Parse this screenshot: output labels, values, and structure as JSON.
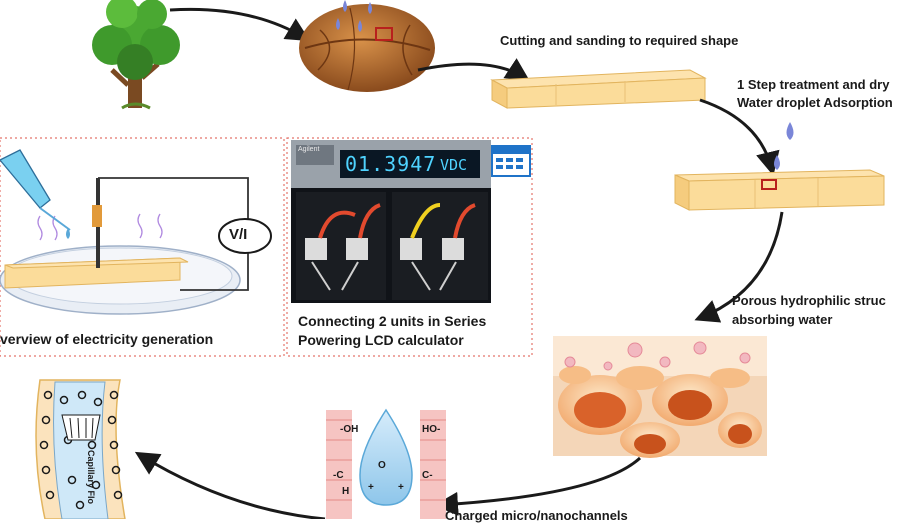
{
  "labels": {
    "step_cut": "Cutting and sanding to required shape",
    "step_treat_1": "1 Step treatment and dry",
    "step_treat_2": "Water droplet Adsorption",
    "porous_1": "Porous hydrophilic struc",
    "porous_2": "absorbing water",
    "charged": "Charged micro/nanochannels",
    "overview": "verview of electricity generation",
    "series_1": "Connecting 2 units in Series",
    "series_2": "Powering LCD calculator"
  },
  "multimeter": {
    "brand": "Agilent",
    "reading": "01.3947",
    "unit": "VDC"
  },
  "meter_symbol": "V/I",
  "channel": {
    "left_group": "-OH",
    "right_group": "HO-",
    "cap_label": "Capillary Flo"
  },
  "colors": {
    "wood": "#fbdc9a",
    "wood_edge": "#e2b45e",
    "water": "#8ec6ea",
    "droplet": "#7a86d8",
    "highlight_box": "#b8201d",
    "tree_green": "#3f9a2c",
    "lcd": "#4fd3ff",
    "dotted_border": "#e4746c",
    "calculator_icon": "#1f73c8"
  }
}
